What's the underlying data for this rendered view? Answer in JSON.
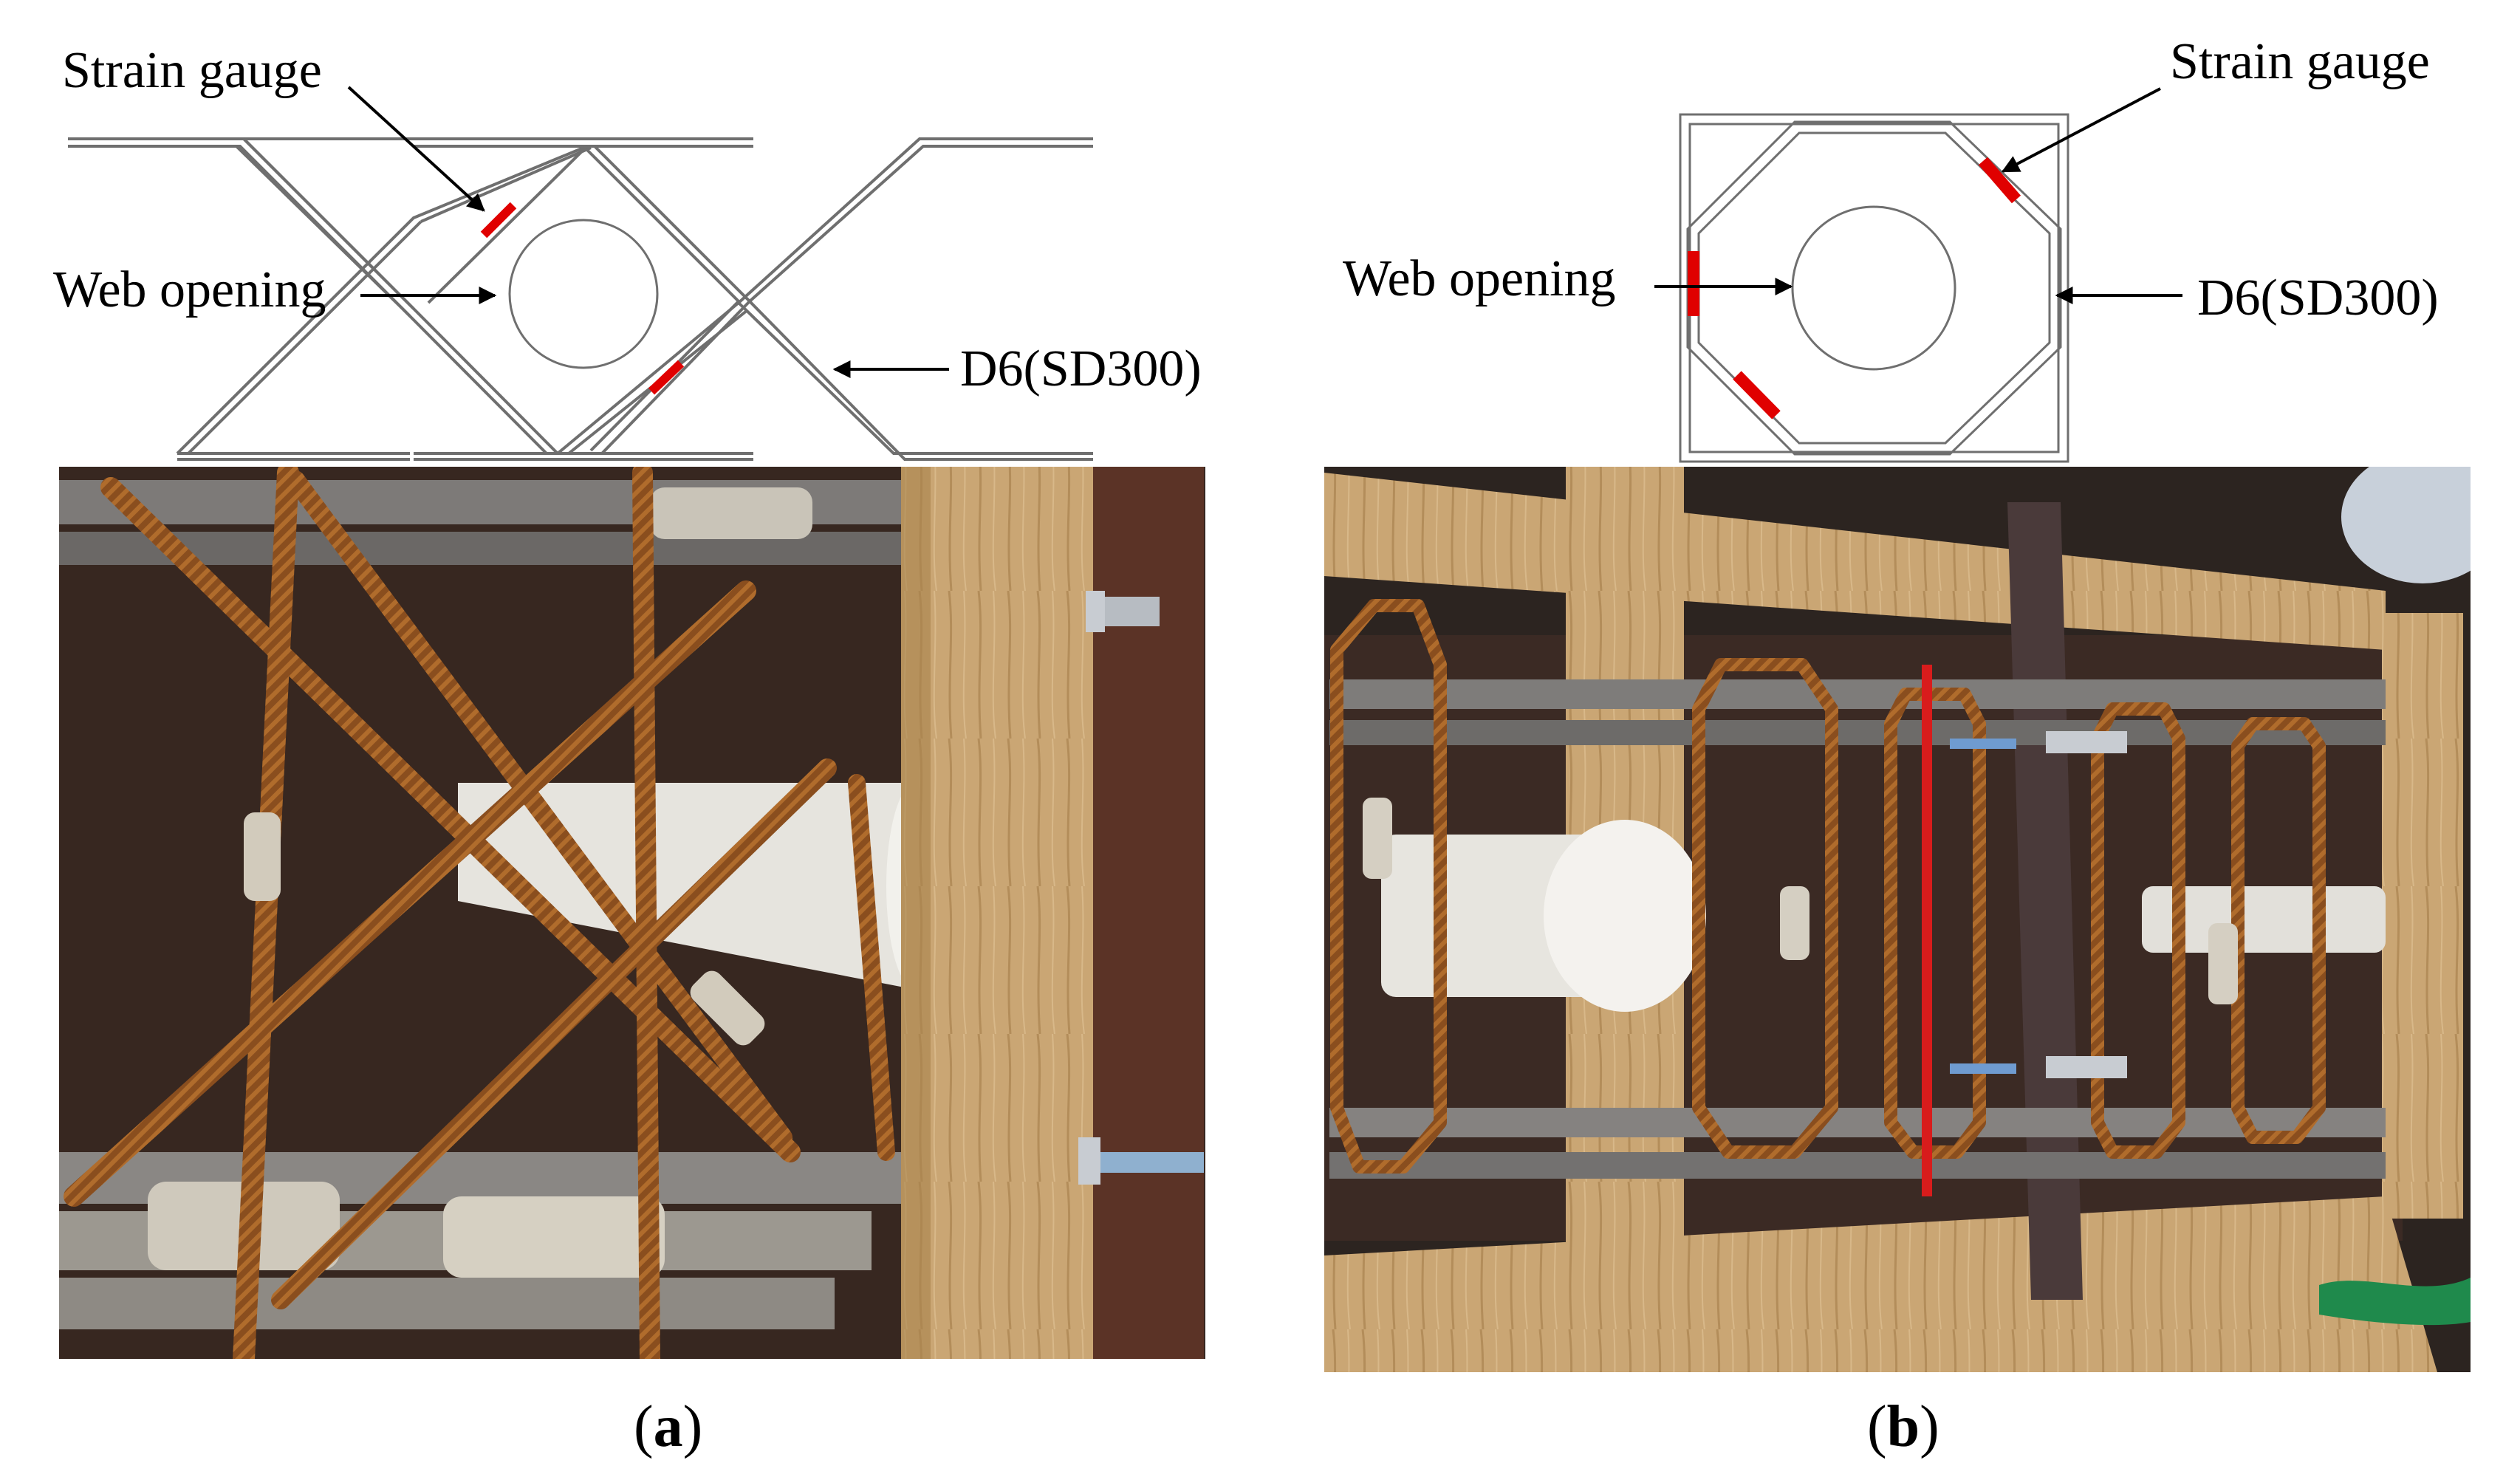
{
  "panel_a": {
    "labels": {
      "strain_gauge": "Strain gauge",
      "web_opening": "Web opening",
      "rebar": "D6(SD300)"
    },
    "caption_open": "(",
    "caption_letter": "a",
    "caption_close": ")"
  },
  "panel_b": {
    "labels": {
      "strain_gauge": "Strain gauge",
      "web_opening": "Web opening",
      "rebar": "D6(SD300)"
    },
    "caption_open": "(",
    "caption_letter": "b",
    "caption_close": ")"
  },
  "colors": {
    "strain_gauge": "#e00000",
    "rebar_outline": "#6f6f6f",
    "timber": "#c9a571",
    "formwork": "#4a2a1c",
    "pvc_pipe": "#e8e6e0",
    "rusted_rebar": "#9a5a24"
  }
}
